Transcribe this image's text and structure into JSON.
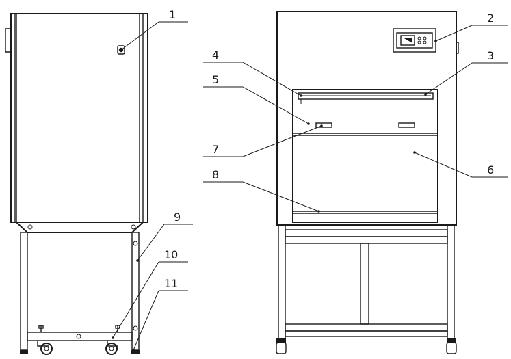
{
  "figure": {
    "callouts": [
      {
        "id": "1",
        "label": "1"
      },
      {
        "id": "2",
        "label": "2"
      },
      {
        "id": "3",
        "label": "3"
      },
      {
        "id": "4",
        "label": "4"
      },
      {
        "id": "5",
        "label": "5"
      },
      {
        "id": "6",
        "label": "6"
      },
      {
        "id": "7",
        "label": "7"
      },
      {
        "id": "8",
        "label": "8"
      },
      {
        "id": "9",
        "label": "9"
      },
      {
        "id": "10",
        "label": "10"
      },
      {
        "id": "11",
        "label": "11"
      }
    ]
  }
}
